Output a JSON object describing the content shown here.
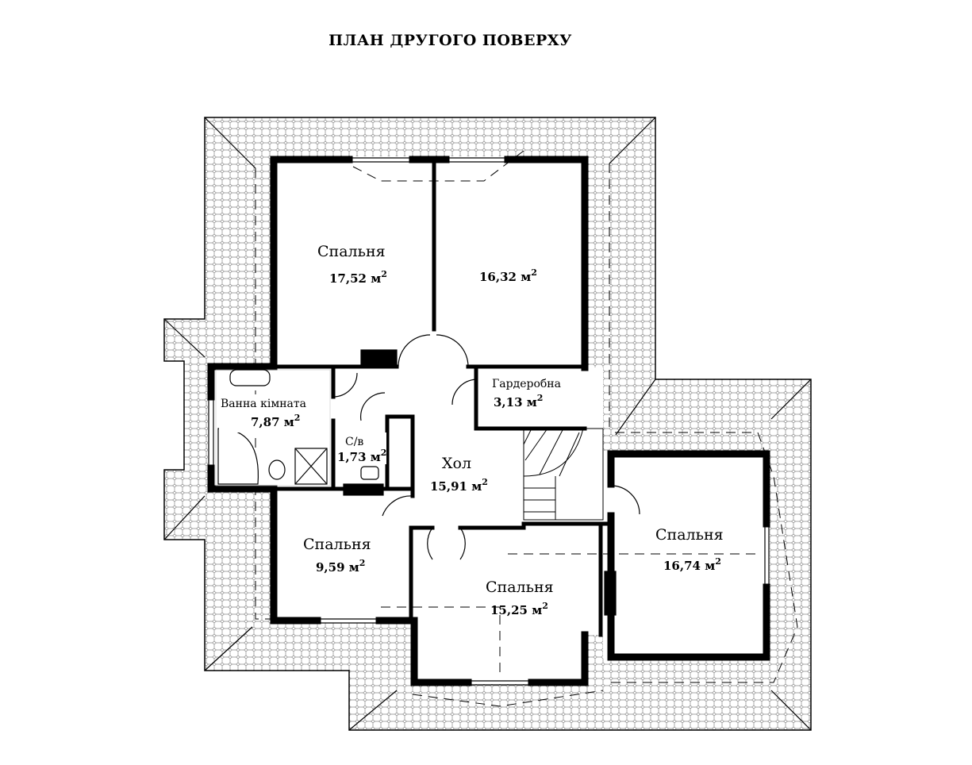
{
  "title": "ПЛАН ДРУГОГО ПОВЕРХУ",
  "rooms": {
    "bedroom1": {
      "name": "Спальня",
      "area": "17,52 м"
    },
    "bedroom2": {
      "area": "16,32 м"
    },
    "bathroom": {
      "name": "Ванна кімната",
      "area": "7,87 м"
    },
    "wc": {
      "name": "С/в",
      "area": "1,73 м"
    },
    "wardrobe": {
      "name": "Гардеробна",
      "area": "3,13 м"
    },
    "hall": {
      "name": "Хол",
      "area": "15,91 м"
    },
    "bedroom3": {
      "name": "Спальня",
      "area": "9,59 м"
    },
    "bedroom4": {
      "name": "Спальня",
      "area": "15,25 м"
    },
    "bedroom5": {
      "name": "Спальня",
      "area": "16,74 м"
    }
  },
  "sup": "2"
}
